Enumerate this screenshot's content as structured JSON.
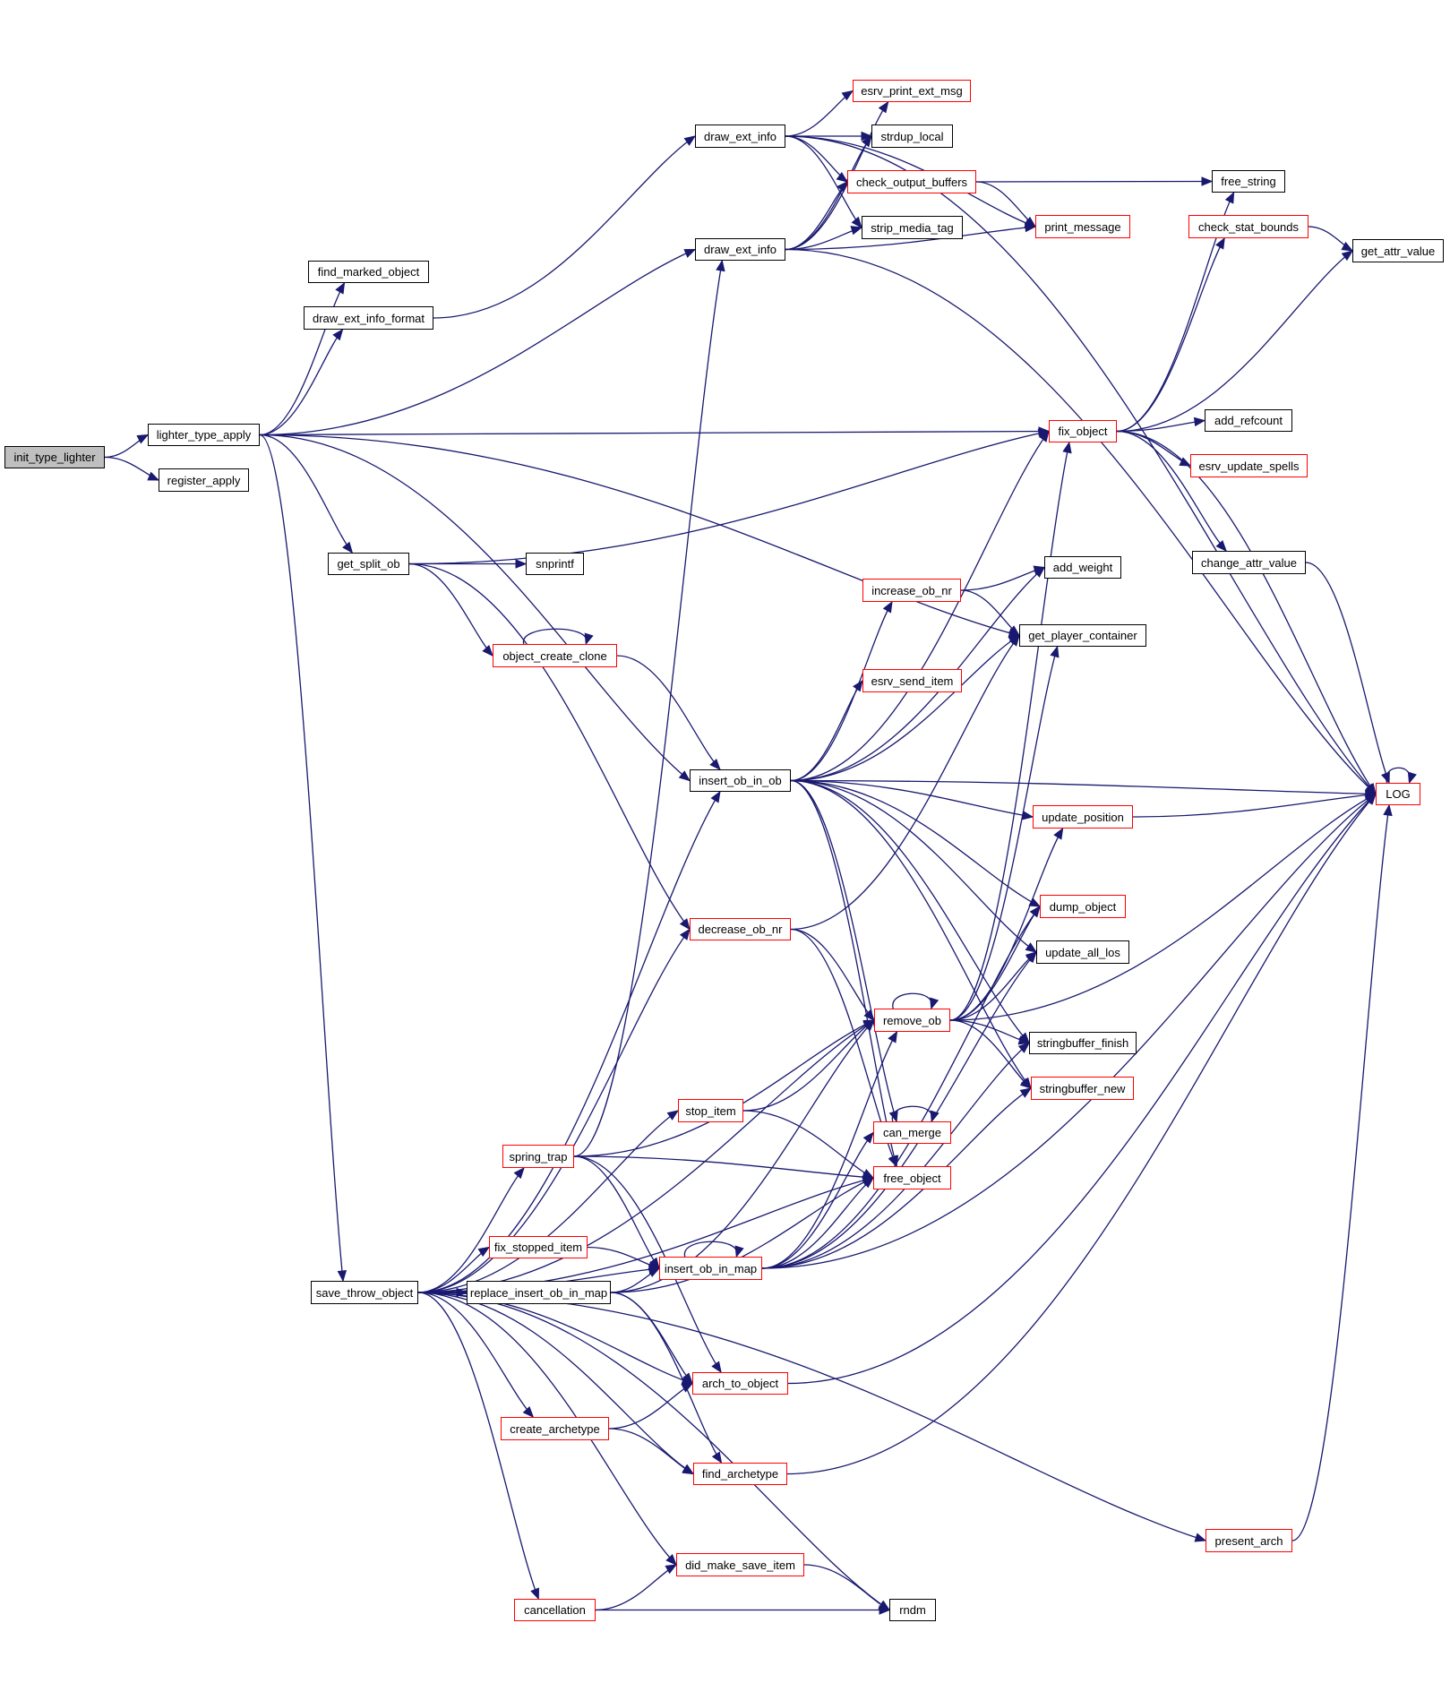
{
  "graph": {
    "title": "Call graph of init_type_lighter",
    "colors": {
      "edge": "#191970",
      "root_fill": "#bfbfbf",
      "documented_border": "#000000",
      "undocumented_border": "#ff0000"
    },
    "nodes": {
      "init_type_lighter": {
        "label": "init_type_lighter",
        "style": "root"
      },
      "lighter_type_apply": {
        "label": "lighter_type_apply",
        "style": "black"
      },
      "register_apply": {
        "label": "register_apply",
        "style": "black"
      },
      "find_marked_object": {
        "label": "find_marked_object",
        "style": "black"
      },
      "draw_ext_info_format": {
        "label": "draw_ext_info_format",
        "style": "black"
      },
      "get_split_ob": {
        "label": "get_split_ob",
        "style": "black"
      },
      "snprintf": {
        "label": "snprintf",
        "style": "black"
      },
      "save_throw_object": {
        "label": "save_throw_object",
        "style": "black"
      },
      "draw_ext_info_1": {
        "label": "draw_ext_info",
        "style": "black"
      },
      "draw_ext_info_2": {
        "label": "draw_ext_info",
        "style": "black"
      },
      "esrv_print_ext_msg": {
        "label": "esrv_print_ext_msg",
        "style": "red"
      },
      "strdup_local": {
        "label": "strdup_local",
        "style": "black"
      },
      "check_output_buffers": {
        "label": "check_output_buffers",
        "style": "red"
      },
      "strip_media_tag": {
        "label": "strip_media_tag",
        "style": "black"
      },
      "free_string": {
        "label": "free_string",
        "style": "black"
      },
      "print_message": {
        "label": "print_message",
        "style": "red"
      },
      "check_stat_bounds": {
        "label": "check_stat_bounds",
        "style": "red"
      },
      "get_attr_value": {
        "label": "get_attr_value",
        "style": "black"
      },
      "fix_object": {
        "label": "fix_object",
        "style": "red"
      },
      "add_refcount": {
        "label": "add_refcount",
        "style": "black"
      },
      "esrv_update_spells": {
        "label": "esrv_update_spells",
        "style": "red"
      },
      "change_attr_value": {
        "label": "change_attr_value",
        "style": "black"
      },
      "add_weight": {
        "label": "add_weight",
        "style": "black"
      },
      "increase_ob_nr": {
        "label": "increase_ob_nr",
        "style": "red"
      },
      "get_player_container": {
        "label": "get_player_container",
        "style": "black"
      },
      "object_create_clone": {
        "label": "object_create_clone",
        "style": "red"
      },
      "esrv_send_item": {
        "label": "esrv_send_item",
        "style": "red"
      },
      "insert_ob_in_ob": {
        "label": "insert_ob_in_ob",
        "style": "black"
      },
      "LOG": {
        "label": "LOG",
        "style": "red"
      },
      "update_position": {
        "label": "update_position",
        "style": "red"
      },
      "dump_object": {
        "label": "dump_object",
        "style": "red"
      },
      "decrease_ob_nr": {
        "label": "decrease_ob_nr",
        "style": "red"
      },
      "update_all_los": {
        "label": "update_all_los",
        "style": "black"
      },
      "remove_ob": {
        "label": "remove_ob",
        "style": "red"
      },
      "stringbuffer_finish": {
        "label": "stringbuffer_finish",
        "style": "black"
      },
      "stringbuffer_new": {
        "label": "stringbuffer_new",
        "style": "red"
      },
      "stop_item": {
        "label": "stop_item",
        "style": "red"
      },
      "can_merge": {
        "label": "can_merge",
        "style": "red"
      },
      "spring_trap": {
        "label": "spring_trap",
        "style": "red"
      },
      "free_object": {
        "label": "free_object",
        "style": "red"
      },
      "fix_stopped_item": {
        "label": "fix_stopped_item",
        "style": "red"
      },
      "insert_ob_in_map": {
        "label": "insert_ob_in_map",
        "style": "red"
      },
      "replace_insert_ob_in_map": {
        "label": "replace_insert_ob_in_map",
        "style": "black"
      },
      "arch_to_object": {
        "label": "arch_to_object",
        "style": "red"
      },
      "create_archetype": {
        "label": "create_archetype",
        "style": "red"
      },
      "find_archetype": {
        "label": "find_archetype",
        "style": "red"
      },
      "present_arch": {
        "label": "present_arch",
        "style": "red"
      },
      "did_make_save_item": {
        "label": "did_make_save_item",
        "style": "red"
      },
      "cancellation": {
        "label": "cancellation",
        "style": "red"
      },
      "rndm": {
        "label": "rndm",
        "style": "black"
      }
    },
    "edges": [
      [
        "init_type_lighter",
        "lighter_type_apply"
      ],
      [
        "init_type_lighter",
        "register_apply"
      ],
      [
        "lighter_type_apply",
        "find_marked_object"
      ],
      [
        "lighter_type_apply",
        "draw_ext_info_format"
      ],
      [
        "lighter_type_apply",
        "draw_ext_info_2"
      ],
      [
        "lighter_type_apply",
        "fix_object"
      ],
      [
        "lighter_type_apply",
        "get_player_container"
      ],
      [
        "lighter_type_apply",
        "get_split_ob"
      ],
      [
        "lighter_type_apply",
        "insert_ob_in_ob"
      ],
      [
        "lighter_type_apply",
        "save_throw_object"
      ],
      [
        "draw_ext_info_format",
        "draw_ext_info_1"
      ],
      [
        "draw_ext_info_1",
        "esrv_print_ext_msg"
      ],
      [
        "draw_ext_info_1",
        "strdup_local"
      ],
      [
        "draw_ext_info_1",
        "check_output_buffers"
      ],
      [
        "draw_ext_info_1",
        "strip_media_tag"
      ],
      [
        "draw_ext_info_1",
        "print_message"
      ],
      [
        "draw_ext_info_1",
        "LOG"
      ],
      [
        "draw_ext_info_2",
        "esrv_print_ext_msg"
      ],
      [
        "draw_ext_info_2",
        "strdup_local"
      ],
      [
        "draw_ext_info_2",
        "check_output_buffers"
      ],
      [
        "draw_ext_info_2",
        "strip_media_tag"
      ],
      [
        "draw_ext_info_2",
        "print_message"
      ],
      [
        "draw_ext_info_2",
        "LOG"
      ],
      [
        "check_output_buffers",
        "free_string"
      ],
      [
        "check_output_buffers",
        "print_message"
      ],
      [
        "check_stat_bounds",
        "get_attr_value"
      ],
      [
        "fix_object",
        "free_string"
      ],
      [
        "fix_object",
        "check_stat_bounds"
      ],
      [
        "fix_object",
        "get_attr_value"
      ],
      [
        "fix_object",
        "add_refcount"
      ],
      [
        "fix_object",
        "esrv_update_spells"
      ],
      [
        "fix_object",
        "change_attr_value"
      ],
      [
        "fix_object",
        "LOG"
      ],
      [
        "change_attr_value",
        "LOG"
      ],
      [
        "get_split_ob",
        "fix_object"
      ],
      [
        "get_split_ob",
        "snprintf"
      ],
      [
        "get_split_ob",
        "object_create_clone"
      ],
      [
        "get_split_ob",
        "decrease_ob_nr"
      ],
      [
        "object_create_clone",
        "object_create_clone"
      ],
      [
        "object_create_clone",
        "insert_ob_in_ob"
      ],
      [
        "increase_ob_nr",
        "add_weight"
      ],
      [
        "increase_ob_nr",
        "get_player_container"
      ],
      [
        "insert_ob_in_ob",
        "fix_object"
      ],
      [
        "insert_ob_in_ob",
        "add_weight"
      ],
      [
        "insert_ob_in_ob",
        "increase_ob_nr"
      ],
      [
        "insert_ob_in_ob",
        "get_player_container"
      ],
      [
        "insert_ob_in_ob",
        "esrv_send_item"
      ],
      [
        "insert_ob_in_ob",
        "LOG"
      ],
      [
        "insert_ob_in_ob",
        "update_position"
      ],
      [
        "insert_ob_in_ob",
        "dump_object"
      ],
      [
        "insert_ob_in_ob",
        "update_all_los"
      ],
      [
        "insert_ob_in_ob",
        "stringbuffer_finish"
      ],
      [
        "insert_ob_in_ob",
        "stringbuffer_new"
      ],
      [
        "insert_ob_in_ob",
        "can_merge"
      ],
      [
        "insert_ob_in_ob",
        "free_object"
      ],
      [
        "update_position",
        "LOG"
      ],
      [
        "decrease_ob_nr",
        "get_player_container"
      ],
      [
        "decrease_ob_nr",
        "remove_ob"
      ],
      [
        "decrease_ob_nr",
        "free_object"
      ],
      [
        "remove_ob",
        "remove_ob"
      ],
      [
        "remove_ob",
        "fix_object"
      ],
      [
        "remove_ob",
        "get_player_container"
      ],
      [
        "remove_ob",
        "update_position"
      ],
      [
        "remove_ob",
        "dump_object"
      ],
      [
        "remove_ob",
        "update_all_los"
      ],
      [
        "remove_ob",
        "LOG"
      ],
      [
        "remove_ob",
        "stringbuffer_finish"
      ],
      [
        "remove_ob",
        "stringbuffer_new"
      ],
      [
        "stop_item",
        "remove_ob"
      ],
      [
        "stop_item",
        "free_object"
      ],
      [
        "can_merge",
        "can_merge"
      ],
      [
        "spring_trap",
        "draw_ext_info_2"
      ],
      [
        "spring_trap",
        "remove_ob"
      ],
      [
        "spring_trap",
        "free_object"
      ],
      [
        "spring_trap",
        "insert_ob_in_map"
      ],
      [
        "spring_trap",
        "arch_to_object"
      ],
      [
        "fix_stopped_item",
        "insert_ob_in_map"
      ],
      [
        "insert_ob_in_map",
        "insert_ob_in_map"
      ],
      [
        "insert_ob_in_map",
        "remove_ob"
      ],
      [
        "insert_ob_in_map",
        "can_merge"
      ],
      [
        "insert_ob_in_map",
        "free_object"
      ],
      [
        "insert_ob_in_map",
        "dump_object"
      ],
      [
        "insert_ob_in_map",
        "update_all_los"
      ],
      [
        "insert_ob_in_map",
        "stringbuffer_finish"
      ],
      [
        "insert_ob_in_map",
        "stringbuffer_new"
      ],
      [
        "insert_ob_in_map",
        "LOG"
      ],
      [
        "replace_insert_ob_in_map",
        "remove_ob"
      ],
      [
        "replace_insert_ob_in_map",
        "free_object"
      ],
      [
        "replace_insert_ob_in_map",
        "insert_ob_in_map"
      ],
      [
        "replace_insert_ob_in_map",
        "arch_to_object"
      ],
      [
        "replace_insert_ob_in_map",
        "find_archetype"
      ],
      [
        "save_throw_object",
        "insert_ob_in_ob"
      ],
      [
        "save_throw_object",
        "decrease_ob_nr"
      ],
      [
        "save_throw_object",
        "remove_ob"
      ],
      [
        "save_throw_object",
        "stop_item"
      ],
      [
        "save_throw_object",
        "spring_trap"
      ],
      [
        "save_throw_object",
        "free_object"
      ],
      [
        "save_throw_object",
        "insert_ob_in_map"
      ],
      [
        "save_throw_object",
        "fix_stopped_item"
      ],
      [
        "save_throw_object",
        "replace_insert_ob_in_map"
      ],
      [
        "save_throw_object",
        "arch_to_object"
      ],
      [
        "save_throw_object",
        "create_archetype"
      ],
      [
        "save_throw_object",
        "find_archetype"
      ],
      [
        "save_throw_object",
        "present_arch"
      ],
      [
        "save_throw_object",
        "did_make_save_item"
      ],
      [
        "save_throw_object",
        "cancellation"
      ],
      [
        "save_throw_object",
        "rndm"
      ],
      [
        "arch_to_object",
        "LOG"
      ],
      [
        "create_archetype",
        "arch_to_object"
      ],
      [
        "create_archetype",
        "find_archetype"
      ],
      [
        "find_archetype",
        "LOG"
      ],
      [
        "present_arch",
        "LOG"
      ],
      [
        "did_make_save_item",
        "rndm"
      ],
      [
        "cancellation",
        "did_make_save_item"
      ],
      [
        "cancellation",
        "rndm"
      ],
      [
        "LOG",
        "LOG"
      ]
    ]
  }
}
